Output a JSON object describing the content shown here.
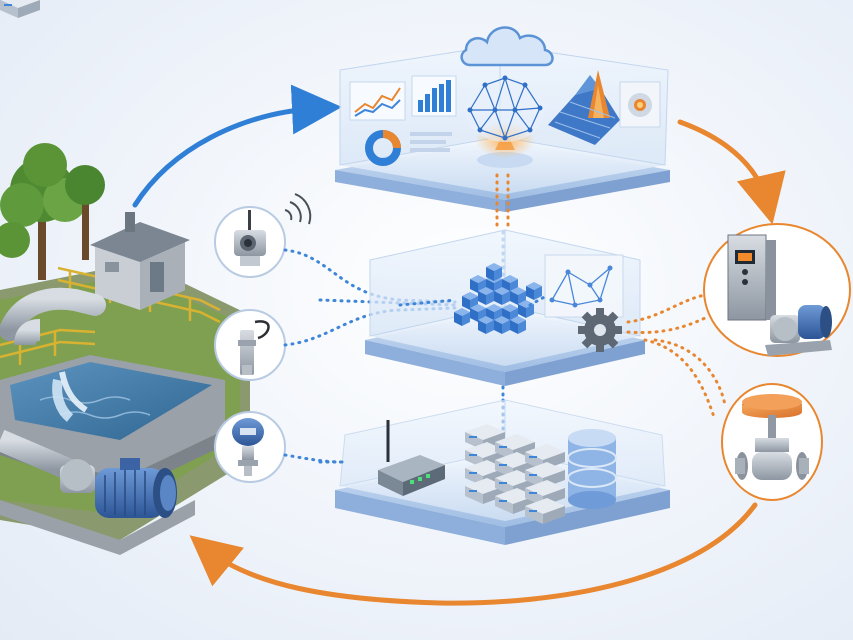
{
  "colors": {
    "accent_blue": "#2f7fd6",
    "accent_orange": "#e8872f",
    "layer_glass": "#dbe8f8",
    "layer_edge": "#a9c4e6",
    "water": "#3f78a6",
    "motor_blue": "#3d6db3",
    "grass": "#6f9a45"
  },
  "icons": {
    "cloud": "cloud-icon",
    "wifi": "wifi-signal-icon",
    "gear": "gear-icon",
    "brain": "neural-network-icon"
  },
  "layers": [
    "cloud-analytics-layer",
    "edge-processing-layer",
    "device-gateway-layer"
  ],
  "sensors": [
    "camera-sensor",
    "level-probe-sensor",
    "pressure-transmitter-sensor"
  ],
  "actuators": [
    "variable-frequency-drive-and-pump",
    "control-valve"
  ]
}
